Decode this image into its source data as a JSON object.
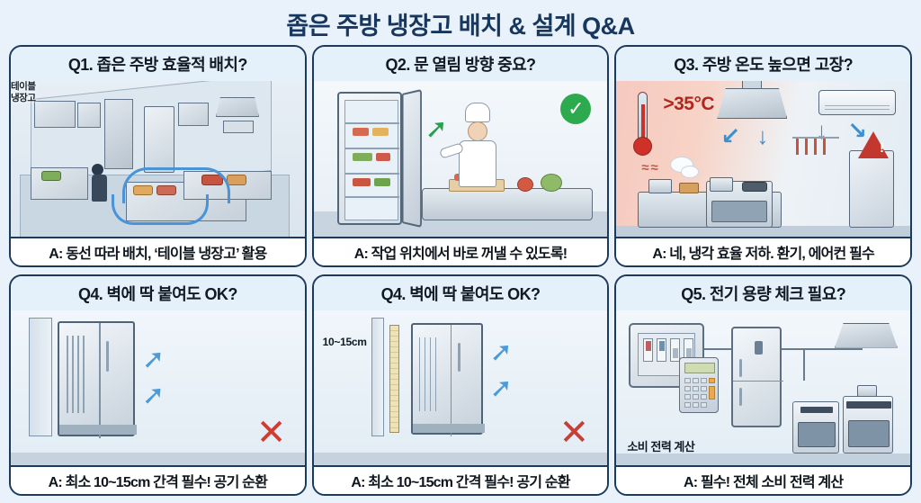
{
  "title": "좁은 주방 냉장고 배치 & 설계 Q&A",
  "colors": {
    "page_bg": "#e9f2fa",
    "title": "#17375e",
    "card_border": "#1b3a5c",
    "card_bg": "#eaf4fb",
    "answer_bg": "#ffffff",
    "accent_blue": "#4b9ad9",
    "ok_green": "#2eaa4e",
    "error_red": "#cc3d36",
    "warn_red": "#b0271f",
    "hot_bg": "#f6c9bf"
  },
  "cards": [
    {
      "id": "q1",
      "question": "Q1. 좁은 주방 효율적 배치?",
      "answer": "A: 동선 따라 배치, ‘테이블 냉장고’ 활용",
      "illustration": {
        "type": "isometric-kitchen",
        "labels": [
          "테이블",
          "냉장고"
        ]
      }
    },
    {
      "id": "q2",
      "question": "Q2. 문 열림 방향 중요?",
      "answer": "A: 작업 위치에서 바로 꺼낼 수 있도록!",
      "illustration": {
        "type": "open-fridge-chef",
        "badge": "check-badge",
        "badge_glyph": "✓"
      }
    },
    {
      "id": "q3",
      "question": "Q3. 주방 온도 높으면 고장?",
      "answer": "A: 네, 냉각 효율 저하. 환기, 에어컨 필수",
      "illustration": {
        "type": "hot-kitchen",
        "temperature": ">35°C",
        "badge": "warning-triangle",
        "badge_glyph": "!"
      }
    },
    {
      "id": "q4a",
      "question": "Q4. 벽에 딱 붙여도 OK?",
      "answer": "A: 최소 10~15cm 간격 필수! 공기 순환",
      "illustration": {
        "type": "fridge-against-wall",
        "badge": "x-mark",
        "badge_glyph": "✕"
      }
    },
    {
      "id": "q4b",
      "question": "Q4. 벽에 딱 붙여도 OK?",
      "answer": "A: 최소 10~15cm 간격 필수! 공기 순환",
      "illustration": {
        "type": "fridge-wall-gap-ruler",
        "measurement": "10~15cm",
        "badge": "x-mark",
        "badge_glyph": "✕"
      }
    },
    {
      "id": "q5",
      "question": "Q5. 전기 용량 체크 필요?",
      "answer": "A: 필수! 전체 소비 전력 계산",
      "illustration": {
        "type": "breaker-calculator-appliances",
        "label": "소비 전력 계산"
      }
    }
  ]
}
